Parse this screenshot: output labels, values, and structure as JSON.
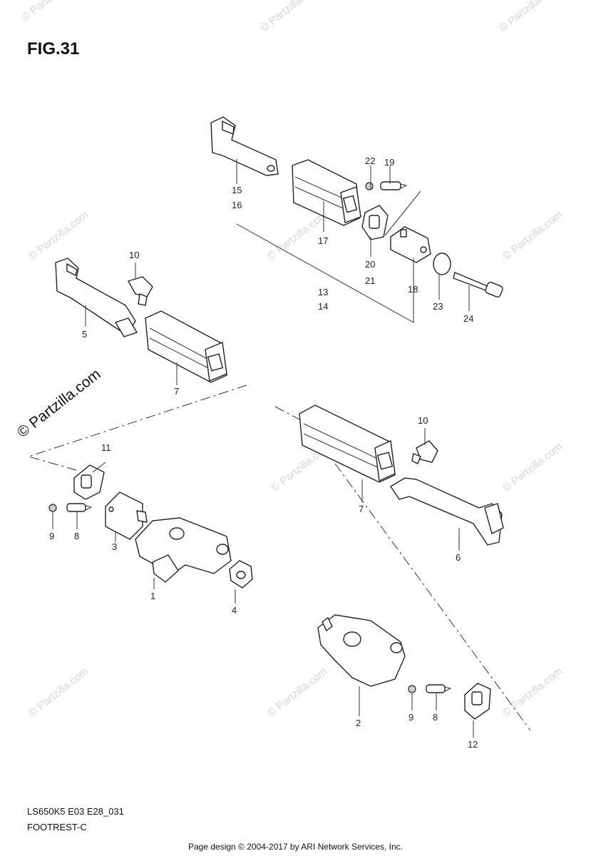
{
  "figure": {
    "title": "FIG.31",
    "model_code": "LS650K5 E03 E28_031",
    "group_name": "FOOTREST-C"
  },
  "footer": {
    "credit": "Page design © 2004-2017 by ARI Network Services, Inc."
  },
  "watermark": {
    "text": "© Partzilla.com",
    "tile_text": "© Partzilla.com"
  },
  "callouts": {
    "c1": "1",
    "c2": "2",
    "c3": "3",
    "c4": "4",
    "c5": "5",
    "c6": "6",
    "c7a": "7",
    "c7b": "7",
    "c8a": "8",
    "c8b": "8",
    "c9a": "9",
    "c9b": "9",
    "c10a": "10",
    "c10b": "10",
    "c11": "11",
    "c12": "12",
    "c13": "13",
    "c14": "14",
    "c15": "15",
    "c16": "16",
    "c17": "17",
    "c18": "18",
    "c19": "19",
    "c20": "20",
    "c21": "21",
    "c22": "22",
    "c23": "23",
    "c24": "24"
  }
}
